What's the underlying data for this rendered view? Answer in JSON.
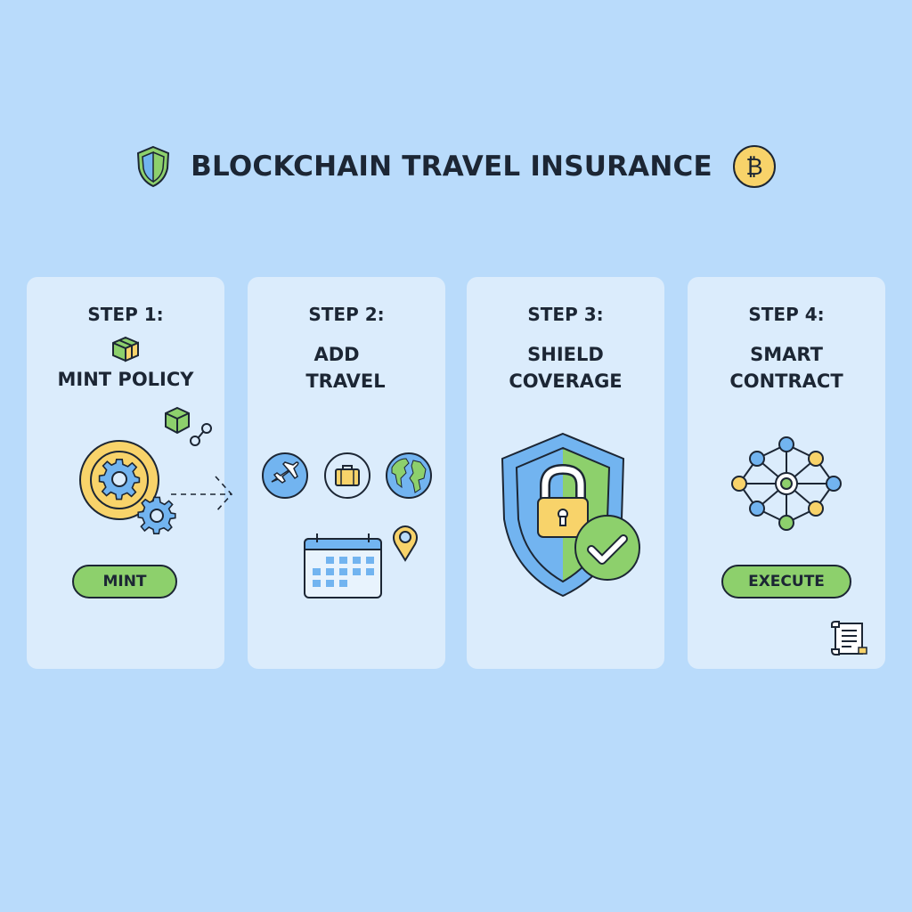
{
  "header": {
    "title": "BLOCKCHAIN TRAVEL INSURANCE",
    "left_icon": "shield-icon",
    "right_icon": "bitcoin-icon"
  },
  "colors": {
    "background": "#b9dbfb",
    "card": "#dbecfc",
    "text": "#1c2634",
    "green": "#8dd06c",
    "blue": "#72b4f0",
    "yellow": "#f8d36a"
  },
  "steps": [
    {
      "label": "STEP 1:",
      "title_lines": [
        "MINT POLICY"
      ],
      "icons": [
        "package-icon",
        "cube-icon",
        "chain-link-icon",
        "coin-gear-icon",
        "small-gear-icon",
        "dashed-arrow-icon"
      ],
      "button": "MINT"
    },
    {
      "label": "STEP 2:",
      "title_lines": [
        "ADD",
        "TRAVEL"
      ],
      "icons": [
        "airplane-icon",
        "suitcase-icon",
        "globe-icon",
        "calendar-icon",
        "location-pin-icon"
      ]
    },
    {
      "label": "STEP 3:",
      "title_lines": [
        "SHIELD",
        "COVERAGE"
      ],
      "icons": [
        "shield-lock-icon",
        "checkmark-icon"
      ]
    },
    {
      "label": "STEP 4:",
      "title_lines": [
        "SMART",
        "CONTRACT"
      ],
      "icons": [
        "network-nodes-icon",
        "scroll-document-icon"
      ],
      "button": "EXECUTE"
    }
  ]
}
